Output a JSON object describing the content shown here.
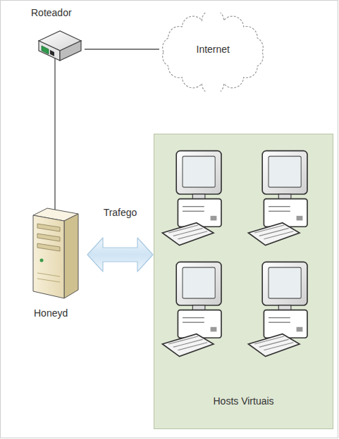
{
  "diagram": {
    "nodes": [
      {
        "text": [
          "Roteador"
        ]
      },
      {
        "text": [
          "Internet"
        ]
      },
      {
        "text": [
          "Honeyd"
        ]
      },
      {
        "text": [
          "Hosts Virtuais"
        ]
      }
    ],
    "edges": [
      {
        "from": 0,
        "to": 1,
        "arrow": "none"
      },
      {
        "from": 0,
        "to": 2,
        "arrow": "none"
      },
      {
        "from": 2,
        "to": 3,
        "label": "Trafego",
        "arrow": "both"
      }
    ]
  }
}
